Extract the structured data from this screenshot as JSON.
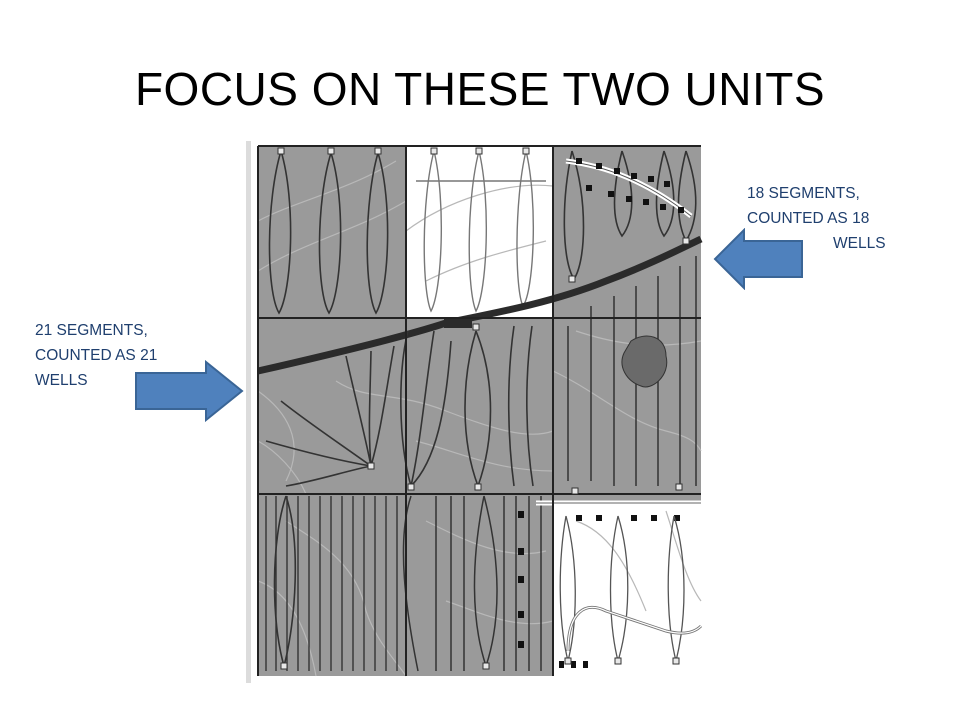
{
  "slide": {
    "title": "FOCUS ON THESE TWO UNITS"
  },
  "callouts": {
    "left": {
      "lines": [
        "21 SEGMENTS,",
        "COUNTED AS 21",
        "WELLS"
      ]
    },
    "right": {
      "lines": [
        "18 SEGMENTS,",
        "COUNTED AS 18",
        "WELLS"
      ]
    }
  },
  "colors": {
    "arrow_fill": "#4f81bd",
    "arrow_stroke": "#3a6596",
    "unit_gray": "#9a9a9a",
    "unit_white": "#ffffff",
    "well_line": "#333333",
    "road": "#2b2b2b",
    "callout_text": "#1f3f6e"
  },
  "icons": {
    "left_arrow": "right-pointing-block-arrow",
    "right_arrow": "left-pointing-block-arrow"
  }
}
